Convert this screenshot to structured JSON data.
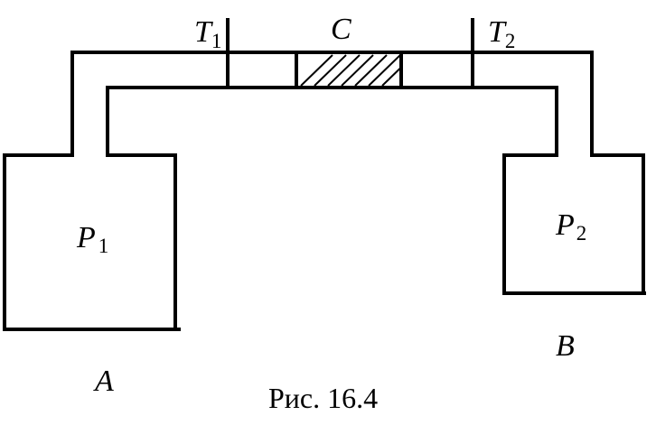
{
  "labels": {
    "t1": {
      "main": "T",
      "sub": "1"
    },
    "t2": {
      "main": "T",
      "sub": "2"
    },
    "c": "C",
    "p1": {
      "main": "P",
      "sub": "1"
    },
    "p2": {
      "main": "P",
      "sub": "2"
    },
    "a": "A",
    "b": "B"
  },
  "caption": "Рис. 16.4",
  "colors": {
    "line": "#000000",
    "background": "#ffffff"
  }
}
